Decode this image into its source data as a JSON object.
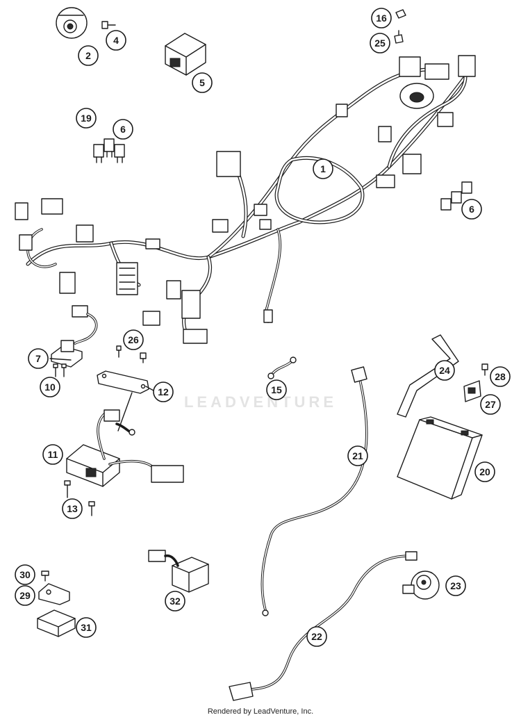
{
  "footer": "Rendered by LeadVenture, Inc.",
  "watermark": "LEADVENTURE",
  "callouts": [
    {
      "id": "callout-1",
      "label": "1"
    },
    {
      "id": "callout-2",
      "label": "2"
    },
    {
      "id": "callout-4",
      "label": "4"
    },
    {
      "id": "callout-5",
      "label": "5"
    },
    {
      "id": "callout-6a",
      "label": "6"
    },
    {
      "id": "callout-6b",
      "label": "6"
    },
    {
      "id": "callout-7",
      "label": "7"
    },
    {
      "id": "callout-10",
      "label": "10"
    },
    {
      "id": "callout-11",
      "label": "11"
    },
    {
      "id": "callout-12",
      "label": "12"
    },
    {
      "id": "callout-13",
      "label": "13"
    },
    {
      "id": "callout-15",
      "label": "15"
    },
    {
      "id": "callout-16",
      "label": "16"
    },
    {
      "id": "callout-19",
      "label": "19"
    },
    {
      "id": "callout-20",
      "label": "20"
    },
    {
      "id": "callout-21",
      "label": "21"
    },
    {
      "id": "callout-22",
      "label": "22"
    },
    {
      "id": "callout-23",
      "label": "23"
    },
    {
      "id": "callout-24",
      "label": "24"
    },
    {
      "id": "callout-25",
      "label": "25"
    },
    {
      "id": "callout-26",
      "label": "26"
    },
    {
      "id": "callout-27",
      "label": "27"
    },
    {
      "id": "callout-28",
      "label": "28"
    },
    {
      "id": "callout-29",
      "label": "29"
    },
    {
      "id": "callout-30",
      "label": "30"
    },
    {
      "id": "callout-31",
      "label": "31"
    },
    {
      "id": "callout-32",
      "label": "32"
    }
  ]
}
